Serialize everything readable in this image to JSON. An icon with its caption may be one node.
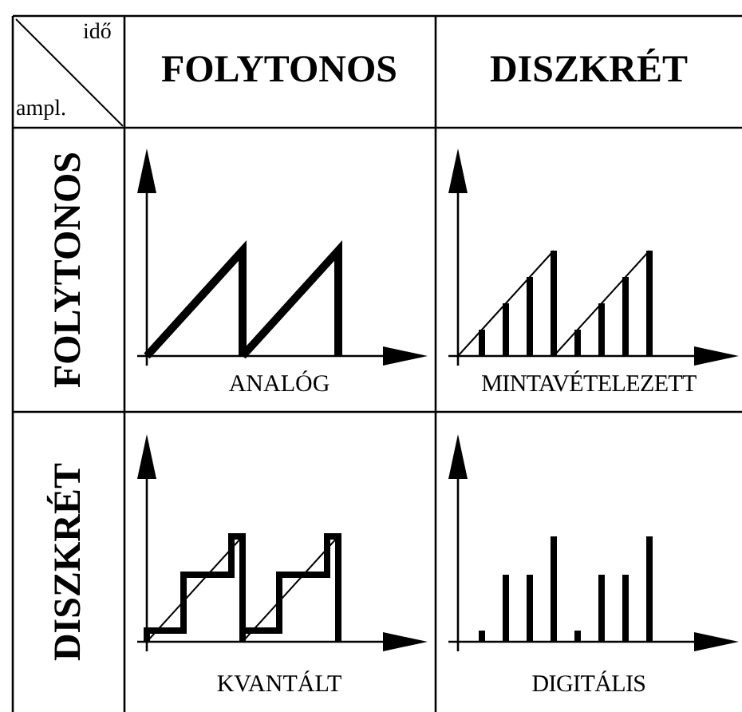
{
  "diagram": {
    "labels": [
      "idő",
      "ampl.",
      "FOLYTONOS",
      "DISZKRÉT",
      "FOLYTONOS",
      "ANALÓG",
      "MINTAVÉTELEZETT",
      "DISZKRÉT",
      "KVANTÁLT",
      "DIGITÁLIS"
    ]
  }
}
